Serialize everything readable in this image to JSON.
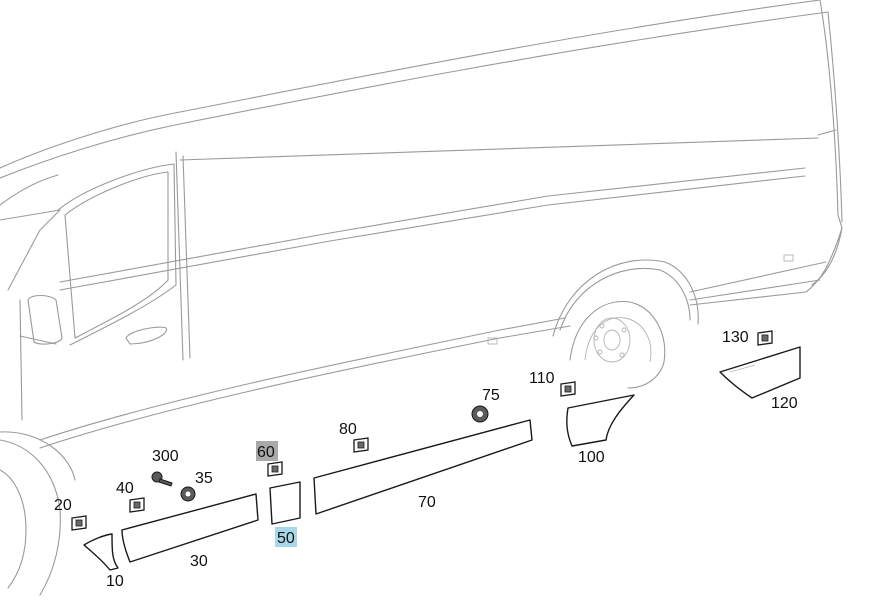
{
  "colors": {
    "highlight_gray": "#a9a9a9",
    "highlight_blue": "#a9d7ea",
    "outline": "#9a9a9a",
    "part_stroke": "#1a1a1a"
  },
  "callouts": {
    "c10": "10",
    "c20": "20",
    "c30": "30",
    "c35": "35",
    "c40": "40",
    "c50": "50",
    "c60": "60",
    "c70": "70",
    "c75": "75",
    "c80": "80",
    "c100": "100",
    "c110": "110",
    "c120": "120",
    "c130": "130",
    "c300": "300"
  }
}
